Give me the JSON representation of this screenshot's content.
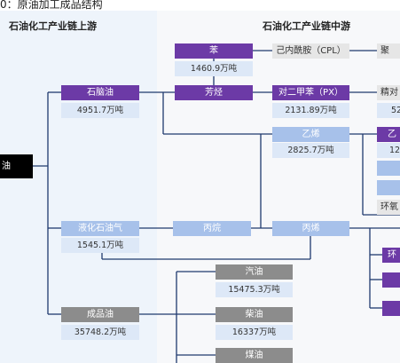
{
  "figure_title": "0：原油加工成品结构",
  "upstream_title": "石油化工产业链上游",
  "midstream_title": "石油化工产业链中游",
  "crude": "油",
  "nodes": {
    "benzene": {
      "label": "苯",
      "value": "1460.9万吨"
    },
    "caprolactam": {
      "label": "己内酰胺（CPL）"
    },
    "poly_cut": {
      "label": "聚"
    },
    "naphtha": {
      "label": "石脑油",
      "value": "4951.7万吨"
    },
    "aromatics": {
      "label": "芳烃"
    },
    "px": {
      "label": "对二甲苯（PX）",
      "value": "2131.89万吨"
    },
    "refined_cut": {
      "label": "精对",
      "value": "52"
    },
    "ethylene": {
      "label": "乙烯",
      "value": "2825.7万吨"
    },
    "ethylene_cut": {
      "label": "乙",
      "value": "12"
    },
    "epoxy_cut": {
      "label": "环氧"
    },
    "lpg": {
      "label": "液化石油气",
      "value": "1545.1万吨"
    },
    "propane": {
      "label": "丙烷"
    },
    "propylene": {
      "label": "丙烯"
    },
    "ring_cut": {
      "label": "环"
    },
    "gasoline": {
      "label": "汽油",
      "value": "15475.3万吨"
    },
    "product_oil": {
      "label": "成品油",
      "value": "35748.2万吨"
    },
    "diesel": {
      "label": "柴油",
      "value": "16337万吨"
    },
    "kerosene": {
      "label": "煤油"
    }
  }
}
